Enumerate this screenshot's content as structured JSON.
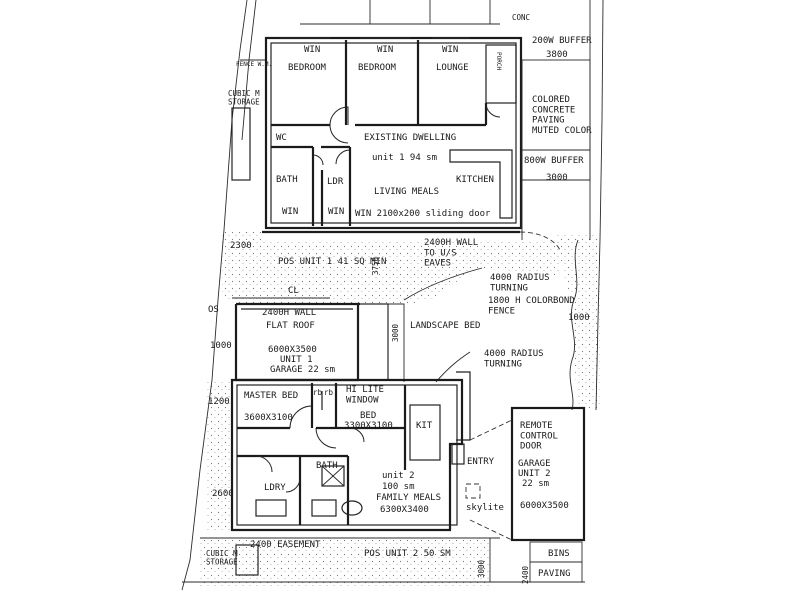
{
  "labels": {
    "conc": "CONC",
    "buffer_200w": "200W BUFFER",
    "dim_3800": "3800",
    "fence_wm": "FENCE W.M.",
    "cubic_storage_top": "CUBIC M STORAGE",
    "win": "WIN",
    "bedroom": "BEDROOM",
    "lounge": "LOUNGE",
    "porch": "PORCH",
    "colored_paving": "COLORED CONCRETE PAVING MUTED COLOR",
    "wc": "WC",
    "existing_dwelling": "EXISTING DWELLING",
    "unit1_area": "unit 1 94 sm",
    "buffer_800w": "800W BUFFER",
    "dim_3000": "3000",
    "bath": "BATH",
    "ldr": "LDR",
    "kitchen": "KITCHEN",
    "living_meals": "LIVING MEALS",
    "sliding_door": "WIN 2100x200 sliding door",
    "dim_2300": "2300",
    "wall_2400h_eaves": "2400H WALL TO U/S EAVES",
    "pos_unit1": "POS UNIT 1 41 SQ MIN",
    "dim_3750": "3750",
    "radius_4000_top": "4000 RADIUS TURNING",
    "cl": "CL",
    "colorbond_fence": "1800 H COLORBOND FENCE",
    "wall_2400h": "2400H WALL",
    "flat_roof": "FLAT ROOF",
    "landscape_bed": "LANDSCAPE BED",
    "os": "OS",
    "dim_1000_left": "1000",
    "garage1_size": "6000X3500",
    "garage1_unit": "UNIT 1",
    "garage1_area": "GARAGE 22 sm",
    "dim_3000_mid": "3000",
    "radius_4000_bottom": "4000 RADIUS TURNING",
    "dim_1000_right": "1000",
    "dim_1200": "1200",
    "master_bed": "MASTER BED",
    "rb1": "rb",
    "rb2": "rb",
    "hi_lite_window": "HI LITE WINDOW",
    "master_size": "3600X3100",
    "bed": "BED",
    "bed_size": "3300X3100",
    "kit": "KIT",
    "remote_door": "REMOTE CONTROL DOOR",
    "garage2_name": "GARAGE",
    "garage2_unit": "UNIT 2",
    "garage2_area": "22 sm",
    "garage2_size": "6000X3500",
    "bath2": "BATH",
    "entry": "ENTRY",
    "unit2_name": "unit 2",
    "unit2_area": "100 sm",
    "skylite": "skylite",
    "ldry": "LDRY",
    "dim_2600": "2600",
    "family_meals": "FAMILY MEALS",
    "family_size": "6300X3400",
    "easement": "2400 EASEMENT",
    "cubic_storage_bottom": "CUBIC M STORAGE",
    "pos_unit2": "POS UNIT 2 50 SM",
    "dim_3000_bottom": "3000",
    "bins": "BINS",
    "dim_2400": "2400",
    "paving": "PAVING"
  }
}
